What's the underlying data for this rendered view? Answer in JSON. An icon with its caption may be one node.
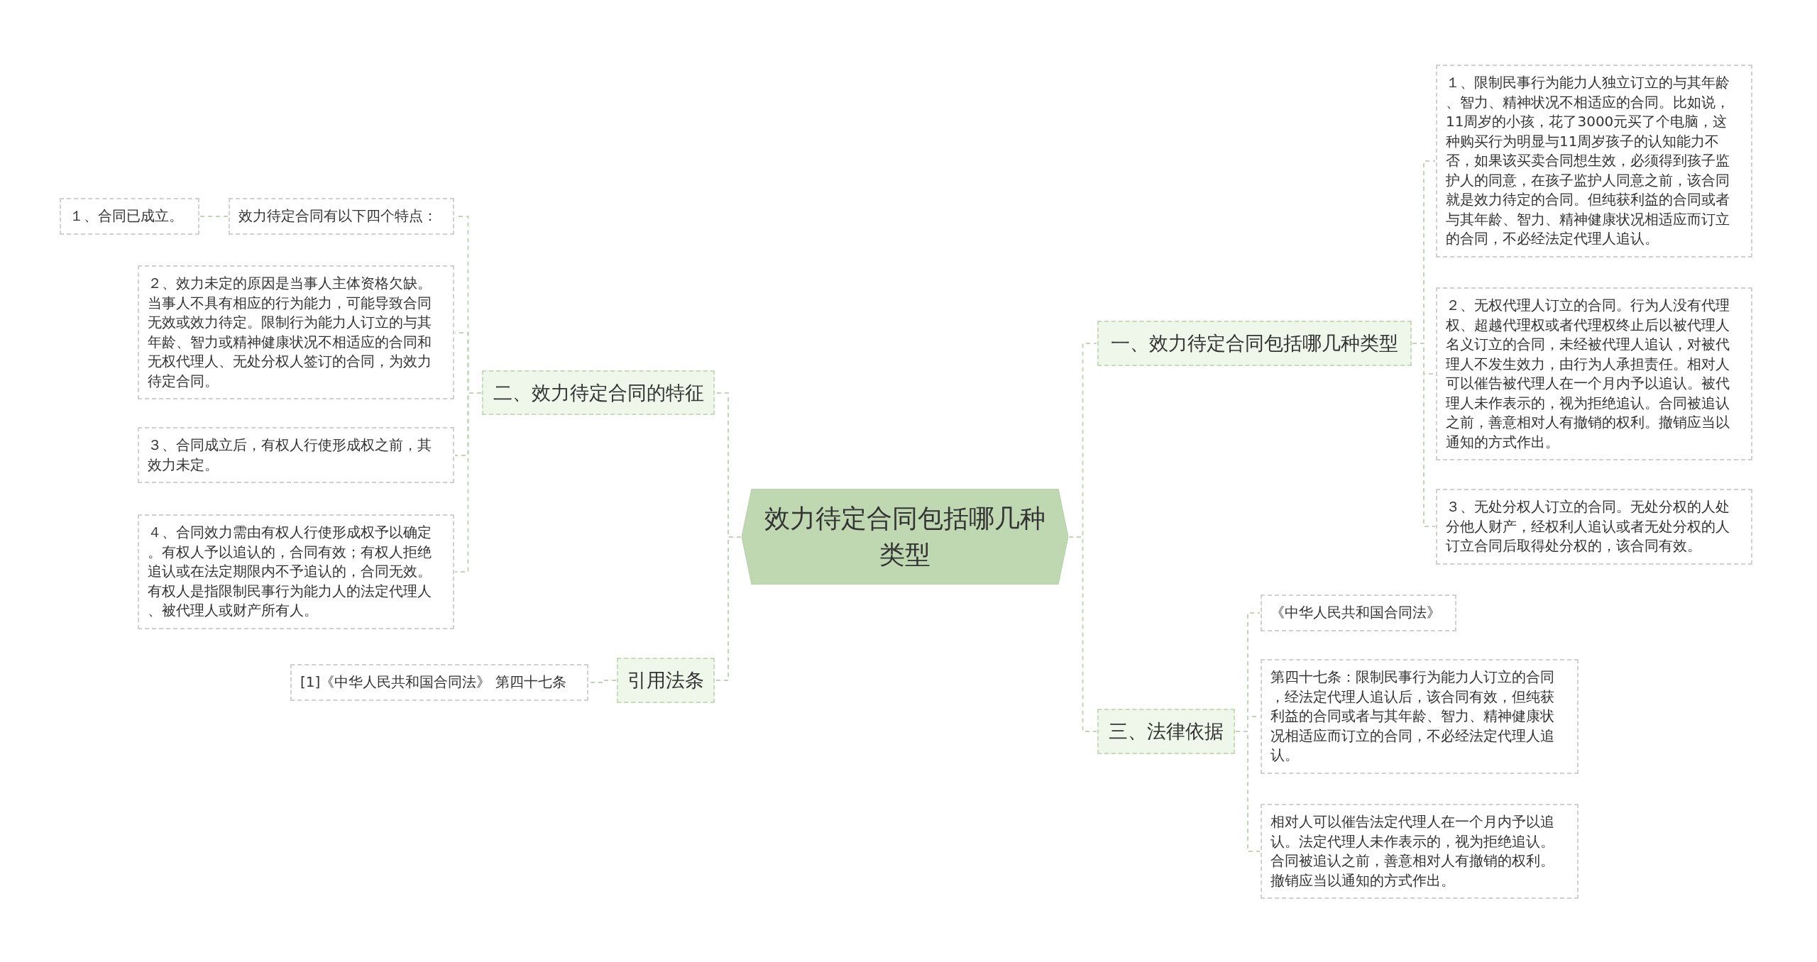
{
  "diagram": {
    "nodes": [
      {
        "text": [
          "效力待定合同包括哪几种类型"
        ]
      },
      {
        "text": [
          "一、效力待定合同包括哪几种类型"
        ]
      },
      {
        "text": [
          "１、限制民事行为能力人独立订立的与其年龄、智力、精神状况不相适应的合同。比如说，11周岁的小孩，花了3000元买了个电脑，这种购买行为明显与11周岁孩子的认知能力不否，如果该买卖合同想生效，必须得到孩子监护人的同意，在孩子监护人同意之前，该合同就是效力待定的合同。但纯获利益的合同或者与其年龄、智力、精神健康状况相适应而订立的合同，不必经法定代理人追认。"
        ]
      },
      {
        "text": [
          "２、无权代理人订立的合同。行为人没有代理权、超越代理权或者代理权终止后以被代理人名义订立的合同，未经被代理人追认，对被代理人不发生效力，由行为人承担责任。相对人可以催告被代理人在一个月内予以追认。被代理人未作表示的，视为拒绝追认。合同被追认之前，善意相对人有撤销的权利。撤销应当以通知的方式作出。"
        ]
      },
      {
        "text": [
          "３、无处分权人订立的合同。无处分权的人处分他人财产，经权利人追认或者无处分权的人订立合同后取得处分权的，该合同有效。"
        ]
      },
      {
        "text": [
          "二、效力待定合同的特征"
        ]
      },
      {
        "text": [
          "效力待定合同有以下四个特点："
        ]
      },
      {
        "text": [
          "１、合同已成立。"
        ]
      },
      {
        "text": [
          "２、效力未定的原因是当事人主体资格欠缺。当事人不具有相应的行为能力，可能导致合同无效或效力待定。限制行为能力人订立的与其年龄、智力或精神健康状况不相适应的合同和无权代理人、无处分权人签订的合同，为效力待定合同。"
        ]
      },
      {
        "text": [
          "３、合同成立后，有权人行使形成权之前，其效力未定。"
        ]
      },
      {
        "text": [
          "４、合同效力需由有权人行使形成权予以确定。有权人予以追认的，合同有效；有权人拒绝追认或在法定期限内不予追认的，合同无效。有权人是指限制民事行为能力人的法定代理人、被代理人或财产所有人。"
        ]
      },
      {
        "text": [
          "三、法律依据"
        ]
      },
      {
        "text": [
          "《中华人民共和国合同法》"
        ]
      },
      {
        "text": [
          "第四十七条：限制民事行为能力人订立的合同，经法定代理人追认后，该合同有效，但纯获利益的合同或者与其年龄、智力、精神健康状况相适应而订立的合同，不必经法定代理人追认。"
        ]
      },
      {
        "text": [
          "相对人可以催告法定代理人在一个月内予以追认。法定代理人未作表示的，视为拒绝追认。合同被追认之前，善意相对人有撤销的权利。撤销应当以通知的方式作出。"
        ]
      },
      {
        "text": [
          "引用法条"
        ]
      },
      {
        "text": [
          "[1]《中华人民共和国合同法》 第四十七条"
        ]
      }
    ],
    "edges": [
      {
        "from": 0,
        "to": 1,
        "arrow": "none"
      },
      {
        "from": 1,
        "to": 2,
        "arrow": "none"
      },
      {
        "from": 1,
        "to": 3,
        "arrow": "none"
      },
      {
        "from": 1,
        "to": 4,
        "arrow": "none"
      },
      {
        "from": 0,
        "to": 5,
        "arrow": "none"
      },
      {
        "from": 5,
        "to": 6,
        "arrow": "none"
      },
      {
        "from": 6,
        "to": 7,
        "arrow": "none"
      },
      {
        "from": 5,
        "to": 8,
        "arrow": "none"
      },
      {
        "from": 5,
        "to": 9,
        "arrow": "none"
      },
      {
        "from": 5,
        "to": 10,
        "arrow": "none"
      },
      {
        "from": 0,
        "to": 11,
        "arrow": "none"
      },
      {
        "from": 11,
        "to": 12,
        "arrow": "none"
      },
      {
        "from": 11,
        "to": 13,
        "arrow": "none"
      },
      {
        "from": 11,
        "to": 14,
        "arrow": "none"
      },
      {
        "from": 0,
        "to": 15,
        "arrow": "none"
      },
      {
        "from": 15,
        "to": 16,
        "arrow": "none"
      }
    ]
  }
}
